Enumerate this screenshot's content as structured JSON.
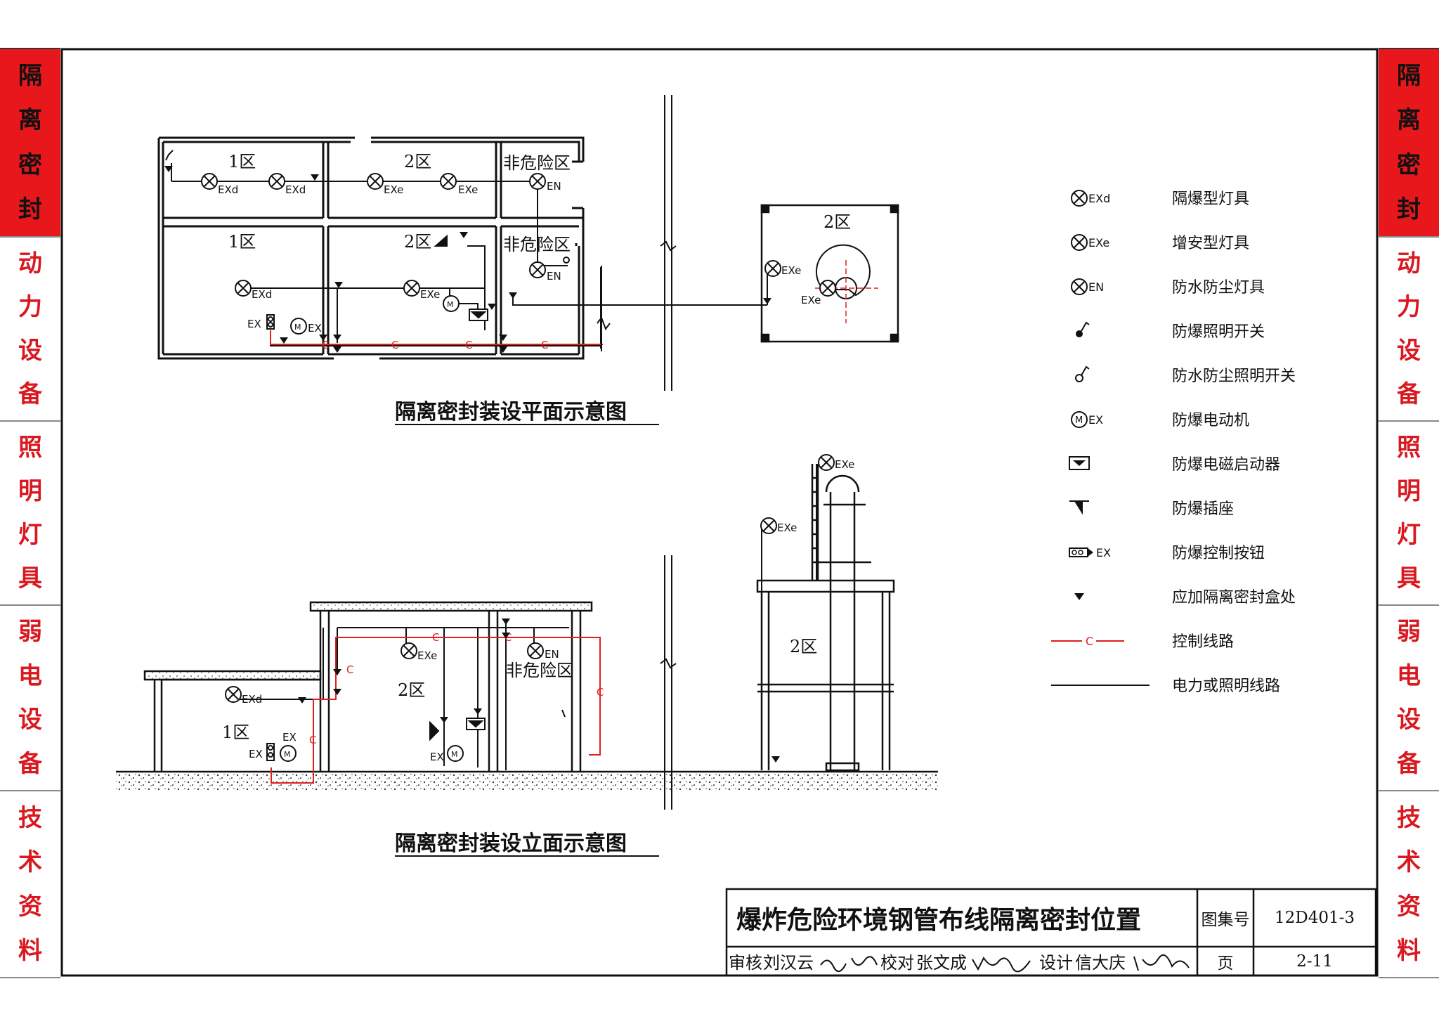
{
  "sidebar": {
    "sections": [
      {
        "chars": [
          "隔",
          "离",
          "密",
          "封"
        ],
        "active": true
      },
      {
        "chars": [
          "动",
          "力",
          "设",
          "备"
        ],
        "active": false
      },
      {
        "chars": [
          "照",
          "明",
          "灯",
          "具"
        ],
        "active": false
      },
      {
        "chars": [
          "弱",
          "电",
          "设",
          "备"
        ],
        "active": false
      },
      {
        "chars": [
          "技",
          "术",
          "资",
          "料"
        ],
        "active": false
      }
    ]
  },
  "plan": {
    "zone_1": "1区",
    "zone_2": "2区",
    "zone_safe": "非危险区",
    "lamp_exd": "EXd",
    "lamp_exe": "EXe",
    "lamp_en": "EN",
    "ex": "EX",
    "control_mark": "C",
    "motor_mark": "M",
    "caption": "隔离密封装设平面示意图"
  },
  "elevation": {
    "zone_1": "1区",
    "zone_2": "2区",
    "zone_safe": "非危险区",
    "lamp_exd": "EXd",
    "lamp_exe": "EXe",
    "lamp_en": "EN",
    "ex": "EX",
    "control_mark": "C",
    "motor_mark": "M",
    "caption": "隔离密封装设立面示意图"
  },
  "legend": {
    "items": [
      {
        "symbol": "lamp-exd-icon",
        "code": "EXd",
        "label": "隔爆型灯具"
      },
      {
        "symbol": "lamp-exe-icon",
        "code": "EXe",
        "label": "增安型灯具"
      },
      {
        "symbol": "lamp-en-icon",
        "code": "EN",
        "label": "防水防尘灯具"
      },
      {
        "symbol": "ex-switch-icon",
        "code": "",
        "label": "防爆照明开关"
      },
      {
        "symbol": "dust-switch-icon",
        "code": "",
        "label": "防水防尘照明开关"
      },
      {
        "symbol": "ex-motor-icon",
        "code": "EX",
        "label": "防爆电动机"
      },
      {
        "symbol": "ex-starter-icon",
        "code": "",
        "label": "防爆电磁启动器"
      },
      {
        "symbol": "ex-socket-icon",
        "code": "",
        "label": "防爆插座"
      },
      {
        "symbol": "ex-button-icon",
        "code": "EX",
        "label": "防爆控制按钮"
      },
      {
        "symbol": "seal-box-icon",
        "code": "",
        "label": "应加隔离密封盒处"
      },
      {
        "symbol": "control-line-icon",
        "code": "C",
        "label": "控制线路"
      },
      {
        "symbol": "power-line-icon",
        "code": "",
        "label": "电力或照明线路"
      }
    ]
  },
  "title_block": {
    "title": "爆炸危险环境钢管布线隔离密封位置",
    "atlas_label": "图集号",
    "atlas_no": "12D401-3",
    "page_label": "页",
    "page_no": "2-11",
    "review_label": "审核",
    "reviewer": "刘汉云",
    "check_label": "校对",
    "checker": "张文成",
    "design_label": "设计",
    "designer": "信大庆"
  },
  "colors": {
    "red": "#e8171c",
    "line": "#111111",
    "control": "#e02020"
  }
}
